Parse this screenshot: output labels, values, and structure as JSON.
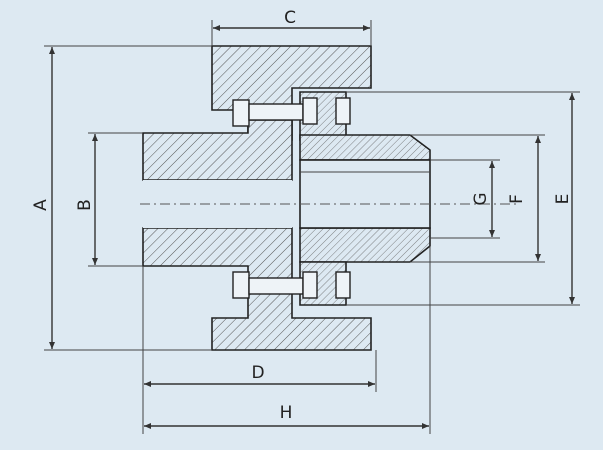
{
  "labels": {
    "A": "A",
    "B": "B",
    "C": "C",
    "D": "D",
    "E": "E",
    "F": "F",
    "G": "G",
    "H": "H"
  },
  "colors": {
    "background": "#dde9f2",
    "hatch": "#555555",
    "outline": "#222222"
  }
}
